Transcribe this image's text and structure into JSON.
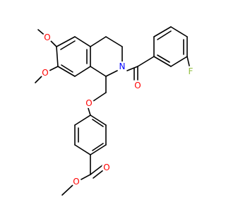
{
  "molecule": {
    "atoms": [
      {
        "name": "atom-o-methoxy-top",
        "symbol": "O",
        "color": "#ff0000"
      },
      {
        "name": "atom-o-methoxy-bottom",
        "symbol": "O",
        "color": "#ff0000"
      },
      {
        "name": "atom-n-ring",
        "symbol": "N",
        "color": "#0000ff"
      },
      {
        "name": "atom-o-carbonyl-amide",
        "symbol": "O",
        "color": "#ff0000"
      },
      {
        "name": "atom-f",
        "symbol": "F",
        "color": "#8fbc3c"
      },
      {
        "name": "atom-o-ether",
        "symbol": "O",
        "color": "#ff0000"
      },
      {
        "name": "atom-o-ester-carbonyl",
        "symbol": "O",
        "color": "#ff0000"
      },
      {
        "name": "atom-o-ester",
        "symbol": "O",
        "color": "#ff0000"
      }
    ],
    "bond_color": "#000000"
  }
}
